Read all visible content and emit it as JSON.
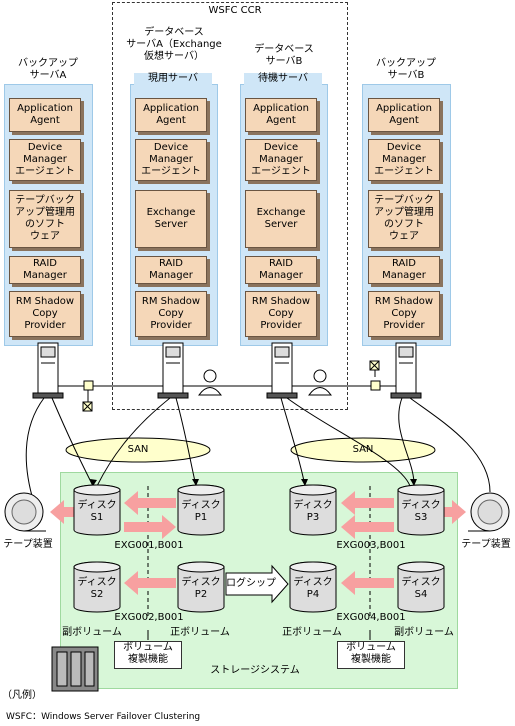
{
  "wsfc_title": "WSFC CCR",
  "backup_server_a": "バックアップ\nサーバA",
  "backup_server_b": "バックアップ\nサーバB",
  "db_server_a": "データベース\nサーバA（Exchange\n仮想サーバ）",
  "db_server_b": "データベース\nサーバB",
  "active_server": "現用サーバ",
  "standby_server": "待機サーバ",
  "modules": {
    "app_agent": "Application\nAgent",
    "device_manager": "Device\nManager\nエージェント",
    "tape_backup_soft": "テープバック\nアップ管理用\nのソフト\nウェア",
    "exchange_server": "Exchange\nServer",
    "raid_manager": "RAID Manager",
    "rm_shadow": "RM Shadow\nCopy\nProvider"
  },
  "san": "SAN",
  "disks": {
    "s1": "ディスク\nS1",
    "p1": "ディスク\nP1",
    "s2": "ディスク\nS2",
    "p2": "ディスク\nP2",
    "p3": "ディスク\nP3",
    "s3": "ディスク\nS3",
    "p4": "ディスク\nP4",
    "s4": "ディスク\nS4"
  },
  "pair_labels": {
    "exg001": "EXG001,B001",
    "exg002": "EXG002,B001",
    "exg003": "EXG003,B001",
    "exg004": "EXG004,B001"
  },
  "log_ship": "ログシップ",
  "tape_device": "テープ装置",
  "secondary_volume": "副ボリューム",
  "primary_volume": "正ボリューム",
  "volume_replication": "ボリューム\n複製機能",
  "storage_system": "ストレージシステム",
  "legend_title": "（凡例）",
  "legend_wsfc": "WSFC：Windows Server Failover Clustering",
  "colors": {
    "module_fill": "#f5d7b8",
    "server_panel": "#cfe6f7",
    "storage_fill": "#d8f7d8",
    "arrow_pink": "#f7a0a0",
    "san_fill": "#ffffcc"
  }
}
